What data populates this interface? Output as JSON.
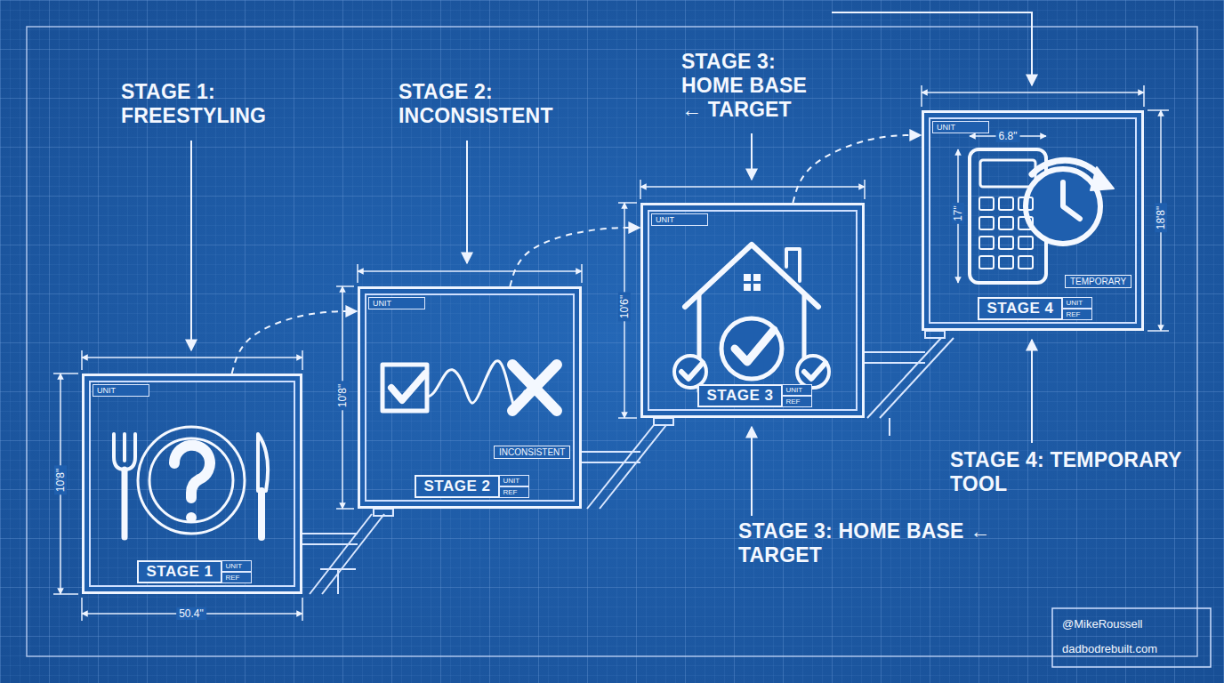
{
  "diagram": {
    "nodes": [
      {
        "text": [
          "UNIT",
          "STAGE 1",
          "UNIT",
          "REF"
        ]
      },
      {
        "text": [
          "UNIT",
          "INCONSISTENT",
          "STAGE 2",
          "UNIT",
          "REF"
        ]
      },
      {
        "text": [
          "UNIT",
          "STAGE 3",
          "UNIT",
          "REF"
        ]
      },
      {
        "text": [
          "UNIT",
          "TEMPORARY",
          "STAGE 4",
          "UNIT",
          "REF"
        ]
      }
    ],
    "edges": [
      {
        "from": 0,
        "to": 1,
        "arrow": "to"
      },
      {
        "from": 1,
        "to": 2,
        "arrow": "to"
      },
      {
        "from": 2,
        "to": 3,
        "arrow": "to"
      }
    ],
    "labels": [
      "STAGE 1: FREESTYLING",
      "STAGE 2: INCONSISTENT",
      "STAGE 3: HOME BASE ← TARGET",
      "STAGE 3: HOME BASE ← TARGET",
      "STAGE 4: TEMPORARY TOOL",
      "50.4\"",
      "10'8\"",
      "10'8\"",
      "10'6\"",
      "6.8\"",
      "17\"",
      "18'8\"",
      "@MikeRoussell",
      "dadbodrebuilt.com"
    ]
  }
}
